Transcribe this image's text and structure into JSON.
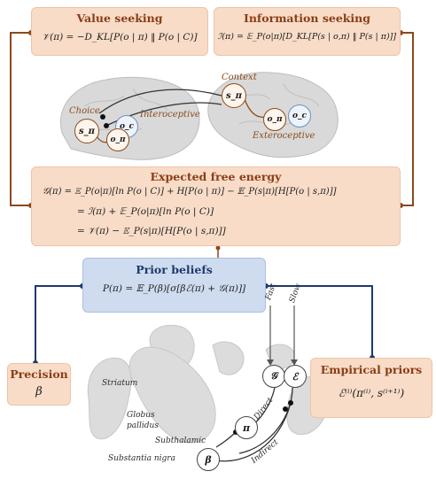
{
  "value_seeking": {
    "title": "Value seeking",
    "equation": "𝒱(π) = −D_KL[P(o | π) ‖ P(o | C)]"
  },
  "information_seeking": {
    "title": "Information seeking",
    "equation": "ℐ(π) = 𝔼_P(o|π)[D_KL[P(s | o,π) ‖ P(s | π)]]"
  },
  "brain_labels": {
    "context": "Context",
    "choice": "Choice",
    "interoceptive": "Interoceptive",
    "exteroceptive": "Exteroceptive"
  },
  "brain_nodes": {
    "s_pi_context": "s_π",
    "s_pi_choice": "s_π",
    "o_c_context": "o_c",
    "o_c_choice": "o_c",
    "o_pi_choice": "o_π",
    "o_pi_context": "o_π"
  },
  "efe": {
    "title": "Expected free energy",
    "line1": "𝒢(π) = 𝔼_P(o|π)[ln P(o | C)] + H[P(o | π)] − 𝔼_P(s|π)[H[P(o | s,π)]]",
    "line2": "= ℐ(π) + 𝔼_P(o|π)[ln P(o | C)]",
    "line3": "= 𝒱(π) − 𝔼_P(s|π)[H[P(o | s,π)]]"
  },
  "prior": {
    "title": "Prior beliefs",
    "equation": "P(π) = 𝔼_P(β)[σ[βℰ(π) + 𝒢(π)]]"
  },
  "precision": {
    "title": "Precision",
    "symbol": "β"
  },
  "empirical": {
    "title": "Empirical priors",
    "equation": "ℰ⁽ⁱ⁾(π⁽ⁱ⁾, s⁽ⁱ⁺¹⁾)"
  },
  "arrow_labels": {
    "fast": "Fast",
    "slow": "Slow",
    "direct": "Direct",
    "indirect": "Indirect"
  },
  "basal_nodes": {
    "g": "𝒢",
    "e": "ℰ",
    "pi": "π",
    "beta": "β"
  },
  "basal_labels": {
    "striatum": "Striatum",
    "globus": "Globus",
    "pallidus": "pallidus",
    "subthalamic": "Subthalamic",
    "substantia_nigra": "Substantia nigra"
  },
  "colors": {
    "peach_fill": "#f8dcc8",
    "blue_fill": "#cfdcef",
    "brown_line": "#8a4a1c",
    "navy_line": "#1e3a6e"
  }
}
